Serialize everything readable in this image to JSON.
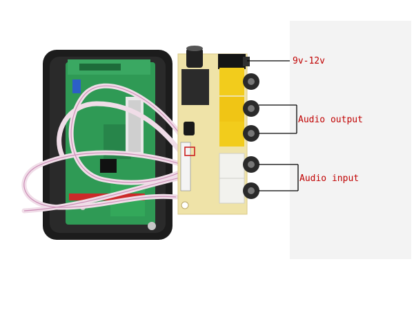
{
  "annotations": {
    "power": "9v-12v",
    "audio_output": "Audio output",
    "audio_input": "Audio input"
  },
  "colors": {
    "annotation_text": "#c00000",
    "annotation_lines": "#000000",
    "housing": "#1c1c1c",
    "pcb_green": "#2f9a55",
    "board_yellowish": "#efe3a8",
    "rca_yellow": "#f2cc1c",
    "rca_white": "#f2f2ee",
    "ribbon_wire": "#f0dde8"
  },
  "icons": [
    "rca-jack-icon",
    "power-jack-icon",
    "capacitor-icon",
    "ribbon-cable-icon"
  ]
}
